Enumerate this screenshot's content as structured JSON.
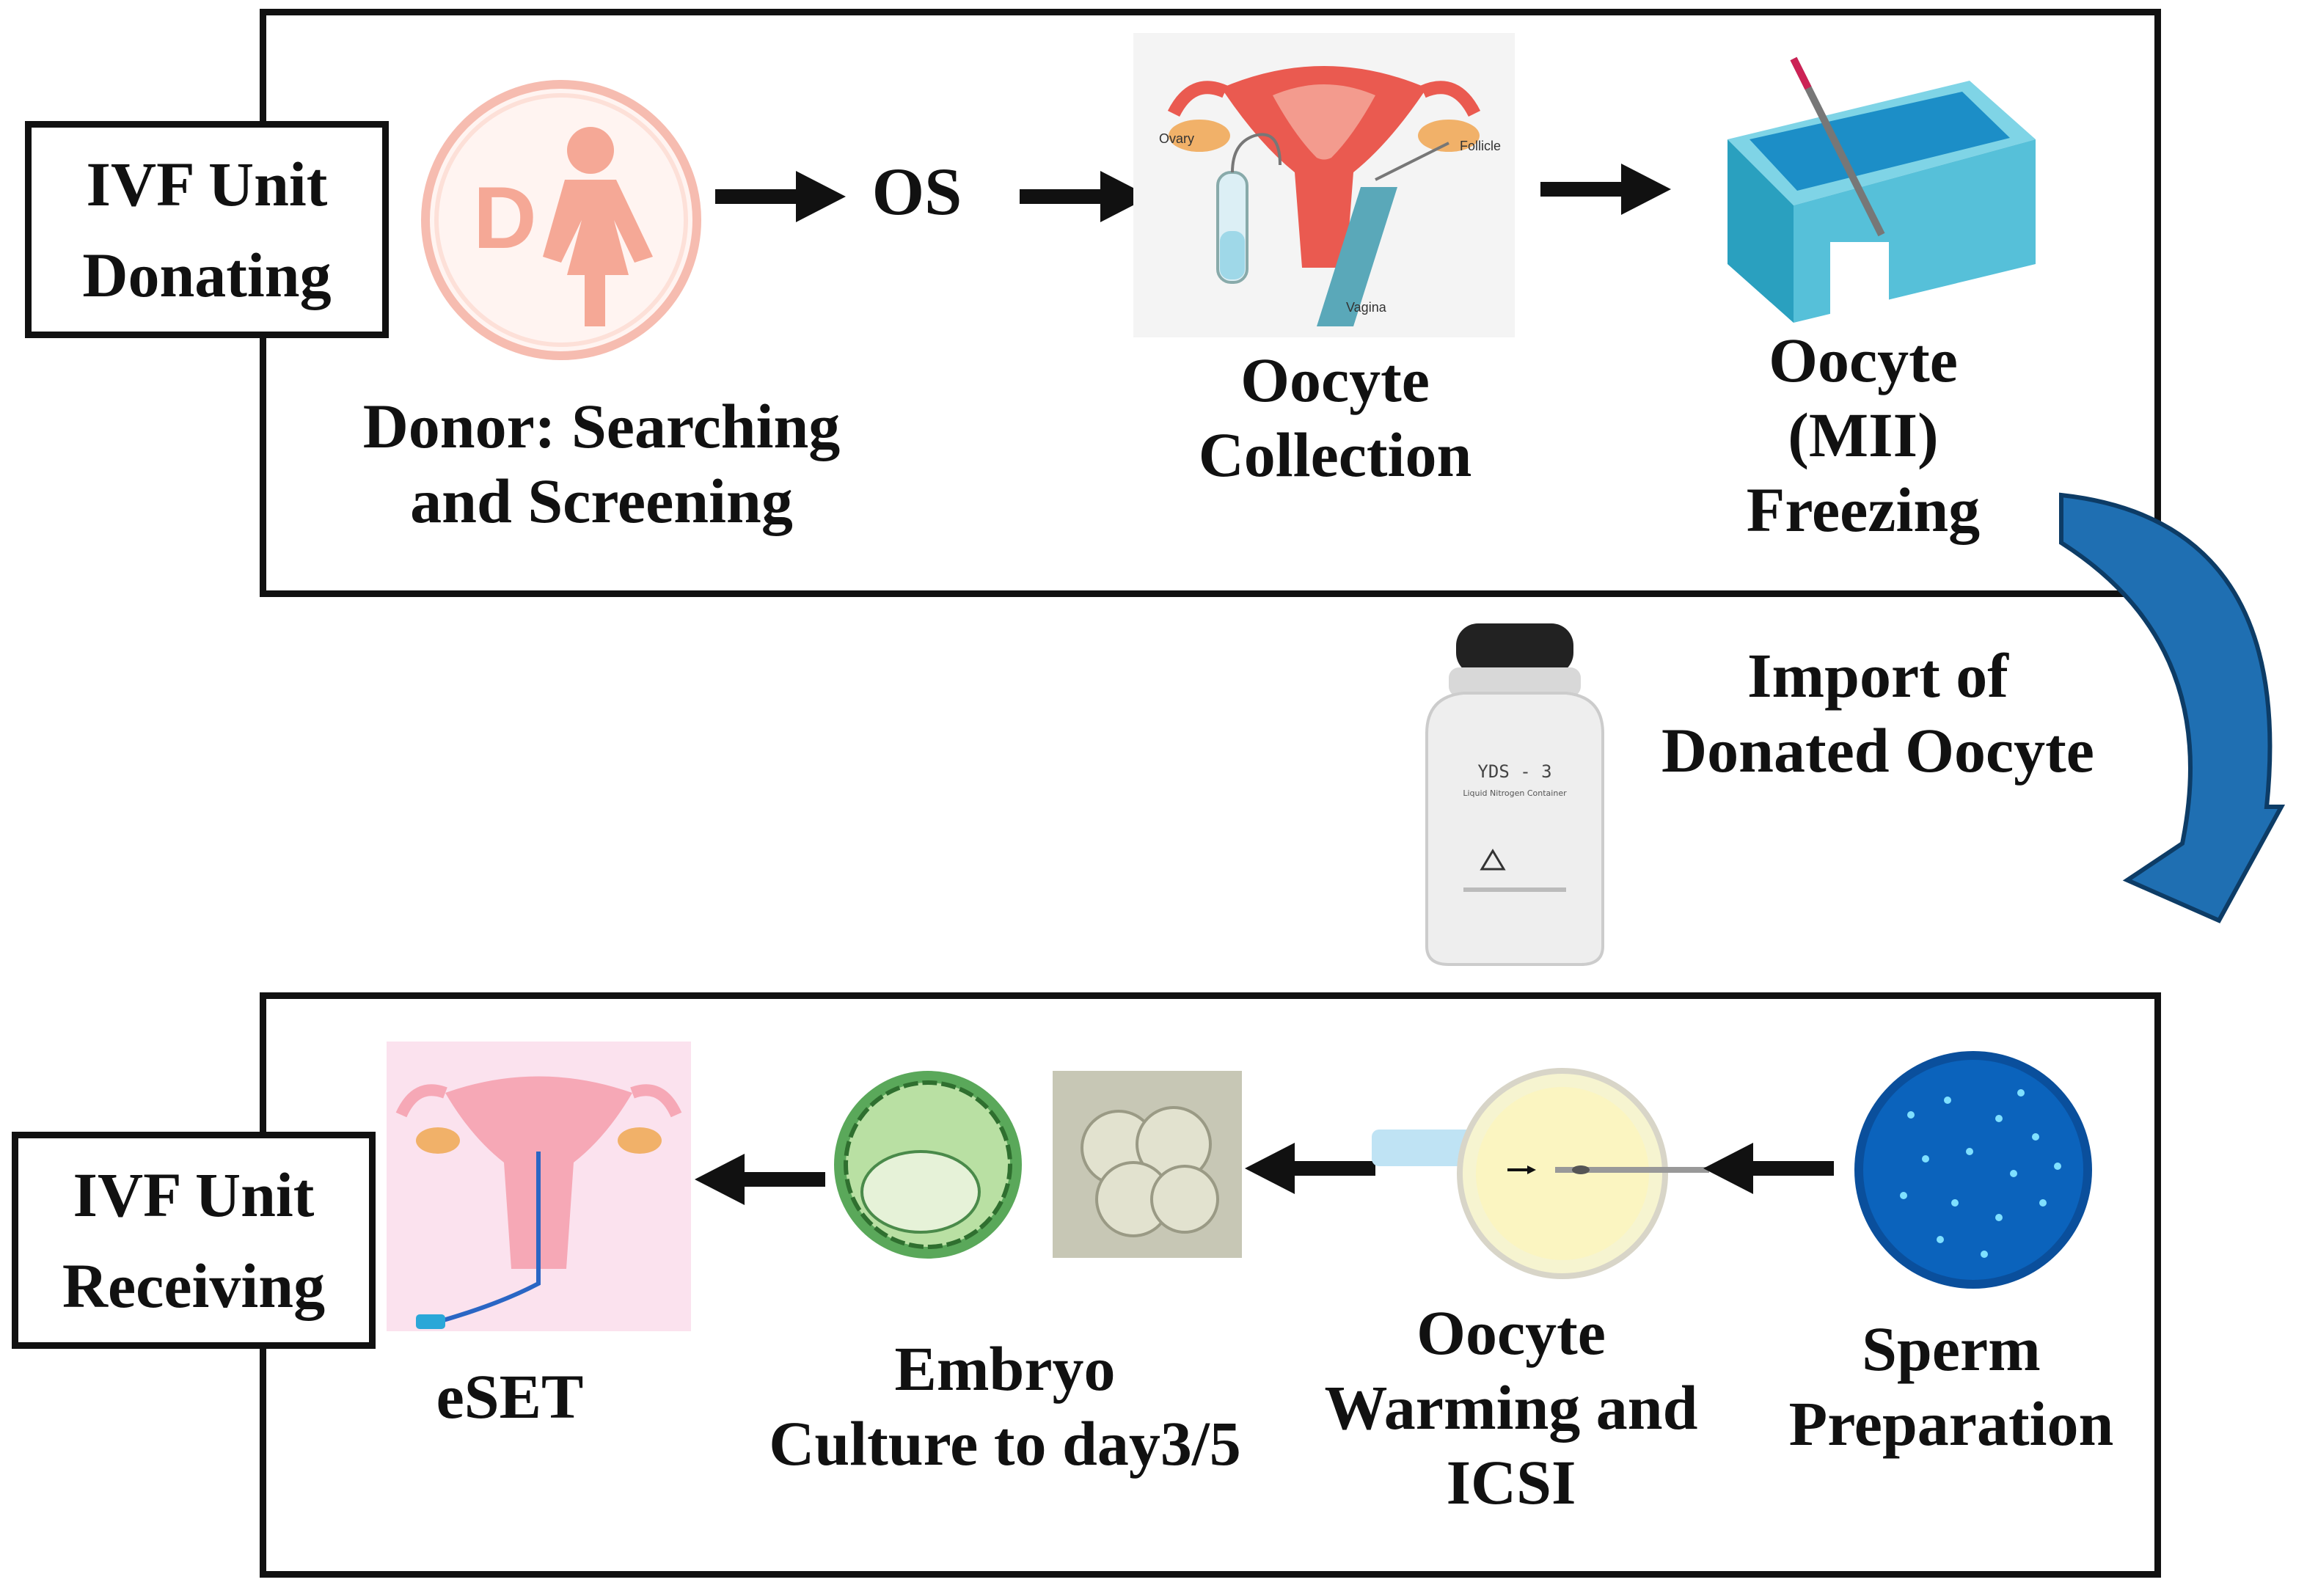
{
  "top_panel": {
    "unit_label_lines": [
      "IVF Unit",
      "Donating"
    ],
    "steps": [
      {
        "id": "donor",
        "lines": [
          "Donor: Searching",
          "and Screening"
        ],
        "icon": "female-donor-icon"
      },
      {
        "id": "os",
        "lines": [
          "OS"
        ]
      },
      {
        "id": "oocyte-collection",
        "lines": [
          "Oocyte",
          "Collection"
        ],
        "icon": "ovum-pickup-illustration",
        "annotations": [
          "Ovary",
          "Follicle",
          "Vagina"
        ]
      },
      {
        "id": "oocyte-freezing",
        "lines": [
          "Oocyte",
          "(MII)",
          "Freezing"
        ],
        "icon": "vitrification-bath-illustration"
      }
    ]
  },
  "transfer": {
    "lines": [
      "Import of",
      "Donated Oocyte"
    ],
    "icon": "liquid-nitrogen-dewar-illustration",
    "dewar_label": "YDS - 3",
    "dewar_sublabel": "Liquid Nitrogen Container",
    "arrow_color": "#1f6fb2"
  },
  "bottom_panel": {
    "unit_label_lines": [
      "IVF Unit",
      "Receiving"
    ],
    "steps": [
      {
        "id": "sperm-preparation",
        "lines": [
          "Sperm",
          "Preparation"
        ],
        "icon": "sperm-sample-illustration"
      },
      {
        "id": "oocyte-warming-icsi",
        "lines": [
          "Oocyte",
          "Warming and",
          "ICSI"
        ],
        "icon": "icsi-illustration"
      },
      {
        "id": "embryo-culture",
        "lines": [
          "Embryo",
          "Culture to day3/5"
        ],
        "icon": "embryo-illustration"
      },
      {
        "id": "eset",
        "lines": [
          "eSET"
        ],
        "icon": "embryo-transfer-illustration"
      }
    ]
  }
}
